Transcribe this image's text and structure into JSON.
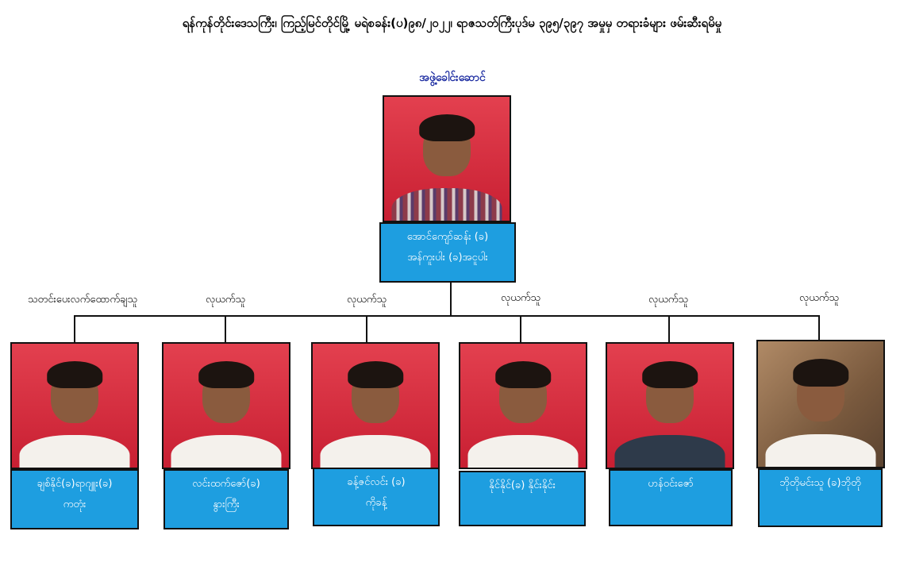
{
  "title": "ရန်ကုန်တိုင်းဒေသကြီး၊ ကြည့်မြင်တိုင်မြို့ မရဲစခန်း(ပ)၉၈/၂၀၂၂၊ ရာဇသတ်ကြီးပုဒ်မ ၃၉၅/၃၉၇ အမှုမှ တရားခံများ ဖမ်းဆီးရမိမှု",
  "leader": {
    "role": "အဖွဲ့ခေါင်းဆောင်",
    "name_line1": "အောင်ကျော်ဆန်း (ခ)",
    "name_line2": "အန်ကူးပါး (ခ)အငူပါး"
  },
  "members": [
    {
      "role": "သတင်းပေးလက်ထောက်ချသူ",
      "name_line1": "ချစ်နိုင်(ခ)ရာဂျူး(ခ)",
      "name_line2": "ကတုံး"
    },
    {
      "role": "လုယက်သူ",
      "name_line1": "လင်းထက်ဇော်(ခ)",
      "name_line2": "နွားကြီး"
    },
    {
      "role": "လုယက်သူ",
      "name_line1": "ခန့်ဇင်လင်း (ခ)",
      "name_line2": "ကိုခန့်"
    },
    {
      "role": "လုယက်သူ",
      "name_line1": "နိုင်နိုင်(ခ) နိုင်းနိုင်း",
      "name_line2": ""
    },
    {
      "role": "လုယက်သူ",
      "name_line1": "ဟန်ဝင်းဇော်",
      "name_line2": ""
    },
    {
      "role": "လုယက်သူ",
      "name_line1": "ဘိုတိုမင်းသူ (ခ)ဘိုတို",
      "name_line2": ""
    }
  ],
  "colors": {
    "name_box_bg": "#1e9ee0",
    "name_text": "#ffffff",
    "leader_role_text": "#1a2aa0",
    "photo_backdrop": "#d62d3f"
  }
}
